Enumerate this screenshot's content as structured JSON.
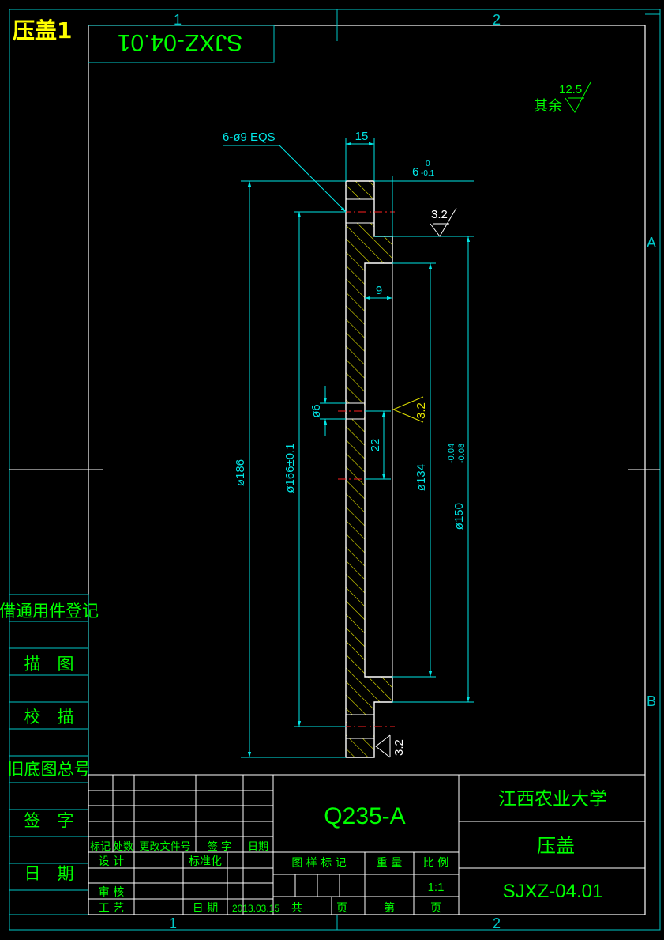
{
  "sheet": {
    "corner_title": "压盖1",
    "rotated_code": "SJXZ-04.01",
    "zone_top_1": "1",
    "zone_top_2": "2",
    "zone_bottom_1": "1",
    "zone_bottom_2": "2",
    "zone_right_a": "A",
    "zone_right_b": "B"
  },
  "left_column": {
    "items": [
      "借通用件登记",
      "描　图",
      "校　描",
      "旧底图总号",
      "签　字",
      "日　期"
    ]
  },
  "roughness": {
    "general_label": "其余",
    "general_value": "12.5",
    "step_value": "3.2",
    "middle_value": "3.2",
    "bottom_value": "3.2"
  },
  "dimensions": {
    "holes_note": "6-ø9 EQS",
    "width_15": "15",
    "depth_6": "6",
    "tol_6_upper": "0",
    "tol_6_lower": "-0.1",
    "recess_9": "9",
    "dia_186": "ø186",
    "dia_166": "ø166±0.1",
    "dia_6": "ø6",
    "len_22": "22",
    "dia_134": "ø134",
    "dia_150": "ø150",
    "tol_150_upper": "-0.04",
    "tol_150_lower": "-0.08"
  },
  "title_block": {
    "material": "Q235-A",
    "school": "江西农业大学",
    "part_name": "压盖",
    "drawing_no": "SJXZ-04.01",
    "hdr_mark": "标记",
    "hdr_count": "处数",
    "hdr_change_doc": "更改文件号",
    "hdr_sign": "签 字",
    "hdr_date": "日期",
    "design": "设 计",
    "standardize": "标准化",
    "review": "审 核",
    "process": "工 艺",
    "date_label": "日 期",
    "date_value": "2013.03.15",
    "stage_mark": "图 样 标 记",
    "weight": "重 量",
    "scale_label": "比 例",
    "scale_value": "1:1",
    "total": "共",
    "sheet_label": "页",
    "sheet_no_label": "第",
    "sheet_page": "页"
  },
  "colors": {
    "background": "#000000",
    "frame": "#00c8c8",
    "outline": "#ffffff",
    "section": "#e6e600",
    "dimension": "#00e6e6",
    "text": "#00ff00",
    "centerline": "#ff2020",
    "corner_title": "#ffff00"
  }
}
